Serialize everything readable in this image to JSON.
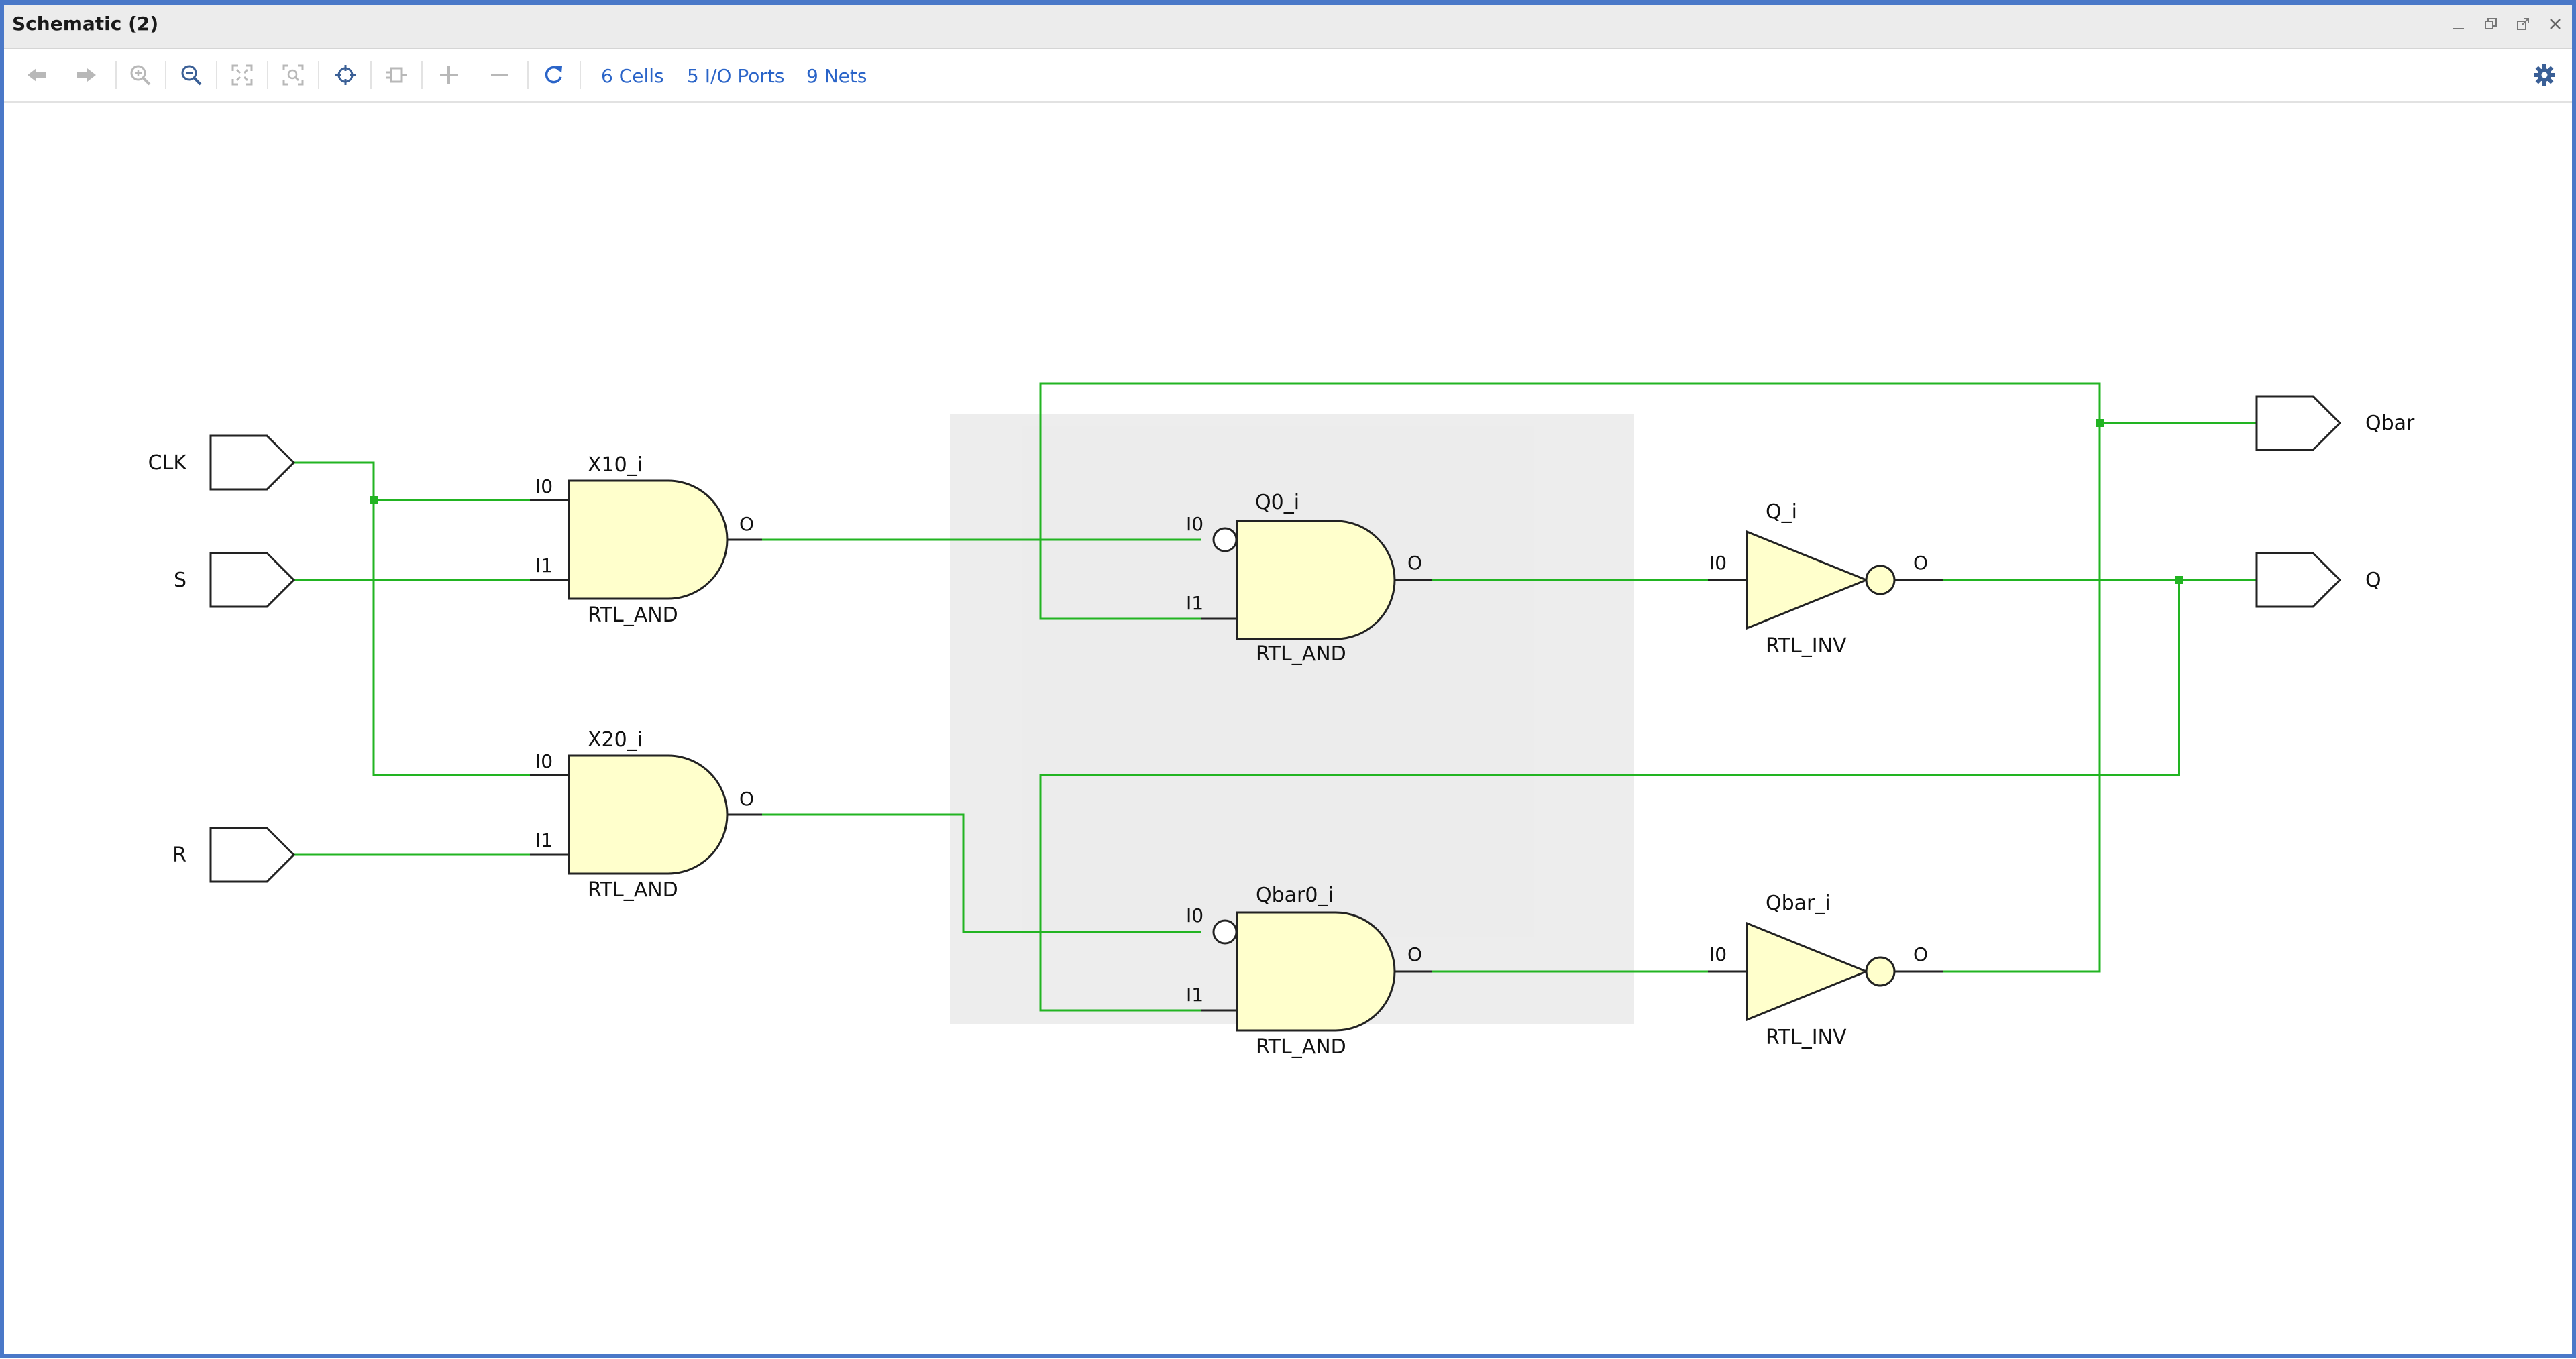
{
  "window": {
    "title": "Schematic (2)"
  },
  "toolbar": {
    "buttons": [
      {
        "icon": "arrow-left-icon",
        "enabled": false
      },
      {
        "icon": "arrow-right-icon",
        "enabled": false
      },
      {
        "icon": "zoom-in-icon",
        "enabled": false
      },
      {
        "icon": "zoom-out-icon",
        "enabled": true
      },
      {
        "icon": "zoom-fit-icon",
        "enabled": false
      },
      {
        "icon": "zoom-area-icon",
        "enabled": false
      },
      {
        "icon": "crosshair-icon",
        "enabled": true
      },
      {
        "icon": "expand-cell-icon",
        "enabled": false
      },
      {
        "icon": "plus-icon",
        "enabled": false
      },
      {
        "icon": "minus-icon",
        "enabled": false
      },
      {
        "icon": "refresh-icon",
        "enabled": true
      }
    ],
    "cells_link": "6 Cells",
    "ports_link": "5 I/O Ports",
    "nets_link": "9 Nets",
    "settings_icon": "gear-icon"
  },
  "colors": {
    "accent": "#2a64c8",
    "wire": "#22b422",
    "gate_fill": "#ffffcc",
    "icon_disabled": "#b8b8b8",
    "icon_enabled": "#3a5f96"
  },
  "schematic": {
    "ports": {
      "clk": "CLK",
      "s": "S",
      "r": "R",
      "qbar": "Qbar",
      "q": "Q"
    },
    "cells": {
      "x10": {
        "name": "X10_i",
        "type": "RTL_AND",
        "in0": "I0",
        "in1": "I1",
        "out": "O"
      },
      "x20": {
        "name": "X20_i",
        "type": "RTL_AND",
        "in0": "I0",
        "in1": "I1",
        "out": "O"
      },
      "q0": {
        "name": "Q0_i",
        "type": "RTL_AND",
        "in0": "I0",
        "in1": "I1",
        "out": "O"
      },
      "qbar0": {
        "name": "Qbar0_i",
        "type": "RTL_AND",
        "in0": "I0",
        "in1": "I1",
        "out": "O"
      },
      "qinv": {
        "name": "Q_i",
        "type": "RTL_INV",
        "in0": "I0",
        "out": "O"
      },
      "qbarinv": {
        "name": "Qbar_i",
        "type": "RTL_INV",
        "in0": "I0",
        "out": "O"
      }
    }
  }
}
